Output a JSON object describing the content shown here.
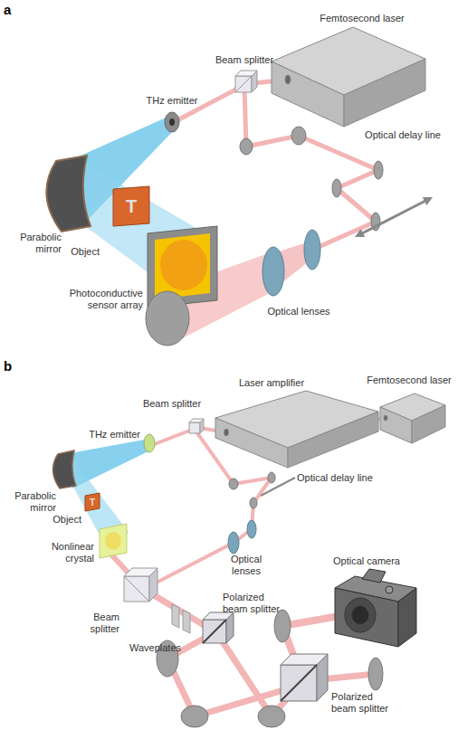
{
  "diagram": {
    "nodes": [
      {
        "text": [
          "T"
        ]
      },
      {
        "text": [
          "T"
        ]
      }
    ],
    "labels": [
      "a",
      "Femtosecond laser",
      "Beam splitter",
      "Optical delay line",
      "THz emitter",
      "Parabolic mirror",
      "Object",
      "Optical lenses",
      "Photoconductive sensor array",
      "b",
      "Laser amplifier",
      "Femtosecond laser",
      "Beam splitter",
      "THz emitter",
      "Optical delay line",
      "Parabolic mirror",
      "Object",
      "Optical lenses",
      "Nonlinear crystal",
      "Beam splitter",
      "Optical camera",
      "Waveplates",
      "Polarized beam splitter",
      "Polarized beam splitter"
    ]
  }
}
